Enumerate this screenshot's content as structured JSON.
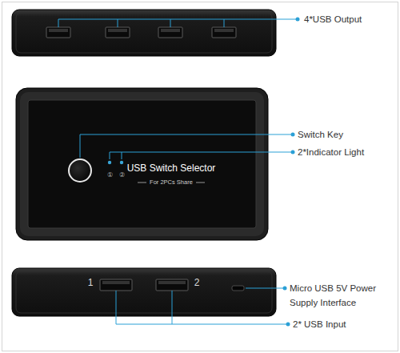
{
  "diagram": {
    "nodes": [
      {
        "text": [
          "USB Switch Selector",
          "For 2PCs Share"
        ]
      }
    ],
    "labels": [
      "4*USB Output",
      "Switch Key",
      "2*Indicator Light",
      "①",
      "②",
      "1",
      "2",
      "Micro USB 5V Power Supply Interface",
      "2* USB Input"
    ]
  }
}
